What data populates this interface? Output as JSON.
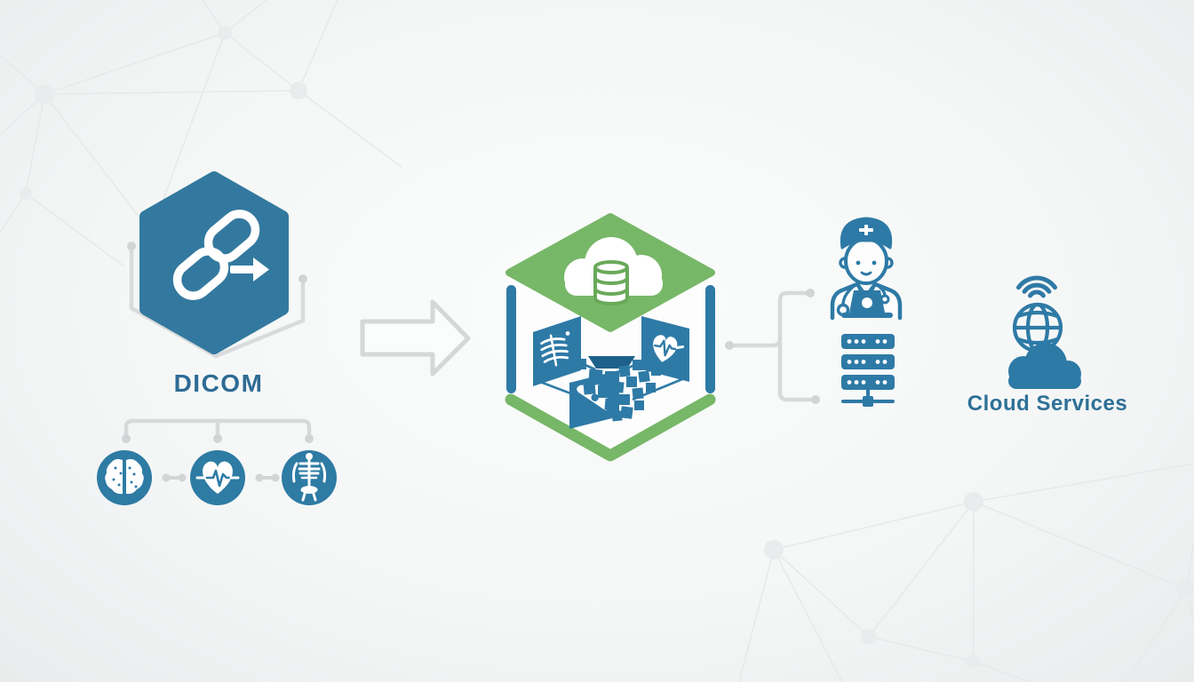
{
  "diagram": {
    "dicom": {
      "label": "DICOM",
      "icon": "chain-link-arrow-icon",
      "hex_color": "#33799f"
    },
    "modalities": {
      "items": [
        {
          "icon": "brain-icon"
        },
        {
          "icon": "heart-ecg-icon"
        },
        {
          "icon": "skeleton-icon"
        }
      ],
      "circle_color": "#2e7ba4"
    },
    "flow_arrow": {
      "icon": "right-arrow-outline-icon"
    },
    "integration_cube": {
      "top_icon": "cloud-database-icon",
      "panel_icons": [
        "chest-xray-icon",
        "heart-monitor-icon",
        "ultrasound-icon"
      ],
      "center_icon": "data-blocks-icon",
      "green": "#77b768",
      "blue": "#2e7aa6"
    },
    "consumers": {
      "items": [
        {
          "icon": "doctor-laptop-icon"
        },
        {
          "icon": "server-stack-icon"
        }
      ]
    },
    "cloud_services": {
      "label": "Cloud Services",
      "icon": "globe-wifi-cloud-icon"
    },
    "colors": {
      "primary_blue": "#2e7aa6",
      "green": "#77b768",
      "connector_gray": "#d7d9da",
      "dicom_label_blue": "#2e6b94",
      "cloud_label_blue": "#2e7096"
    },
    "background": {
      "pattern": "network-nodes"
    }
  }
}
